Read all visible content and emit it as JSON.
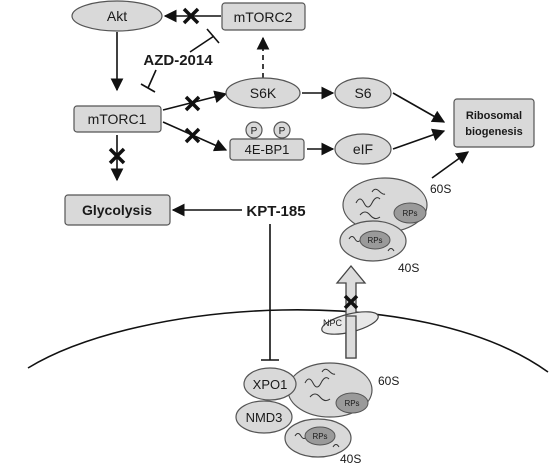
{
  "colors": {
    "node_fill": "#d9d9d9",
    "node_stroke": "#555555",
    "inner_fill": "#9a9a9a",
    "line": "#111111",
    "background": "#ffffff"
  },
  "icons": {
    "block_mark": "x-mark-icon",
    "phospho": "phosphate-circle-icon"
  },
  "nodes": {
    "akt": "Akt",
    "mtorc2": "mTORC2",
    "mtorc1": "mTORC1",
    "s6k": "S6K",
    "s6": "S6",
    "eif": "eIF",
    "fourebp1": "4E-BP1",
    "phospho_label": "P",
    "ribosomal_line1": "Ribosomal",
    "ribosomal_line2": "biogenesis",
    "glycolysis": "Glycolysis",
    "xpo1": "XPO1",
    "nmd3": "NMD3",
    "npc": "NPC"
  },
  "drugs": {
    "azd": "AZD-2014",
    "kpt": "KPT-185"
  },
  "ribosome": {
    "large_subunit": "60S",
    "small_subunit": "40S",
    "rps": "RPs"
  }
}
